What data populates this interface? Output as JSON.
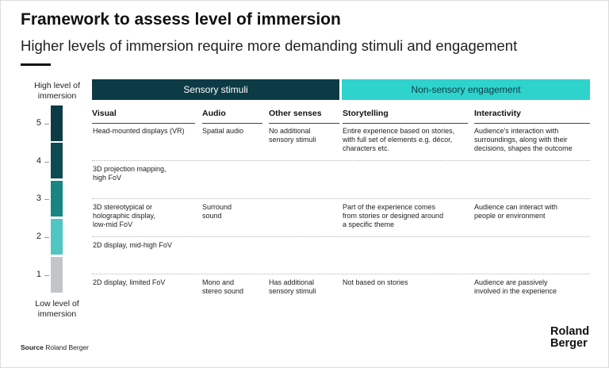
{
  "header": {
    "title": "Framework to assess level of immersion",
    "subtitle": "Higher levels of immersion require more demanding stimuli and engagement"
  },
  "axis": {
    "high_line1": "High level of",
    "high_line2": "immersion",
    "low_line1": "Low level of",
    "low_line2": "immersion",
    "levels": [
      "5",
      "4",
      "3",
      "2",
      "1"
    ],
    "level_colors": [
      "#0d3b45",
      "#0e4a52",
      "#178682",
      "#4fc6c2",
      "#c3c6c8"
    ]
  },
  "groups": {
    "sensory": "Sensory stimuli",
    "nonsensory": "Non-sensory engagement"
  },
  "colors": {
    "sensory_bg": "#0d3b45",
    "nonsensory_bg": "#2ed3cc"
  },
  "columns": [
    "Visual",
    "Audio",
    "Other senses",
    "Storytelling",
    "Interactivity"
  ],
  "rows": [
    {
      "visual": [
        "Head-mounted displays (VR)"
      ],
      "audio": [
        "Spatial audio"
      ],
      "other": [
        "No additional",
        "sensory stimuli"
      ],
      "story": [
        "Entire experience based on stories,",
        "with full set of elements e.g. décor,",
        "characters etc."
      ],
      "interact": [
        "Audience's interaction with",
        "surroundings, along with their",
        "decisions, shapes the outcome"
      ]
    },
    {
      "visual": [
        "3D projection mapping,",
        "high FoV"
      ],
      "audio": [],
      "other": [],
      "story": [],
      "interact": []
    },
    {
      "visual": [
        "3D stereotypical or",
        "holographic display,",
        "low-mid FoV"
      ],
      "audio": [
        "Surround",
        "sound"
      ],
      "other": [],
      "story": [
        "Part of the experience comes",
        "from stories or designed around",
        "a specific theme"
      ],
      "interact": [
        "Audience can interact with",
        "people or environment"
      ]
    },
    {
      "visual": [
        "2D display, mid-high FoV"
      ],
      "audio": [],
      "other": [],
      "story": [],
      "interact": []
    },
    {
      "visual": [
        "2D display, limited FoV"
      ],
      "audio": [
        "Mono and",
        "stereo sound"
      ],
      "other": [
        "Has additional",
        "sensory stimuli"
      ],
      "story": [
        "Not based on stories"
      ],
      "interact": [
        "Audience are passively",
        "involved in the experience"
      ]
    }
  ],
  "footer": {
    "source_label": "Source",
    "source_value": "Roland Berger",
    "logo_line1": "Roland",
    "logo_line2": "Berger"
  }
}
